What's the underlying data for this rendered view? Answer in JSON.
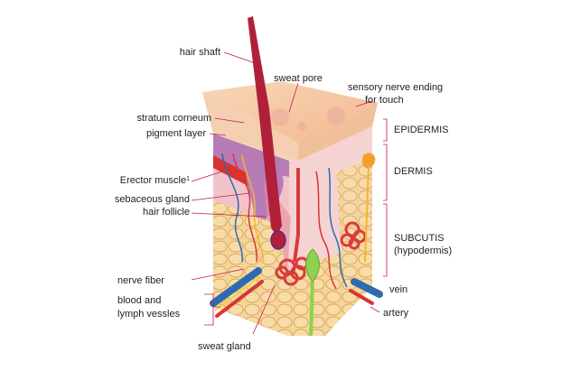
{
  "labels": {
    "hair_shaft": "hair shaft",
    "sweat_pore": "sweat pore",
    "sensory_nerve_1": "sensory nerve ending",
    "sensory_nerve_2": "for touch",
    "stratum_corneum": "stratum corneum",
    "pigment_layer": "pigment layer",
    "erector_muscle": "Erector muscle",
    "erector_sup": "1",
    "sebaceous_gland": "sebaceous gland",
    "hair_follicle": "hair follicle",
    "nerve_fiber": "nerve fiber",
    "blood_lymph_1": "blood and",
    "blood_lymph_2": "lymph vessles",
    "sweat_gland": "sweat gland",
    "vein": "vein",
    "artery": "artery",
    "epidermis": "EPIDERMIS",
    "dermis": "DERMIS",
    "subcutis": "SUBCUTIS",
    "hypodermis": "(hypodermis)"
  },
  "colors": {
    "epidermis_top": "#f5c9a6",
    "dermis": "#f4c9c9",
    "pigment": "#b77bb6",
    "hair": "#b0203a",
    "fat": "#f6d49a",
    "fat_outline": "#d6a95c",
    "vein": "#2b6cb0",
    "artery": "#d93434",
    "nerve": "#f2b52c",
    "sweat_gland": "#d83b3b",
    "sensory": "#8fd14f",
    "leader": "#c2185b",
    "bracket": "#c2185b"
  }
}
